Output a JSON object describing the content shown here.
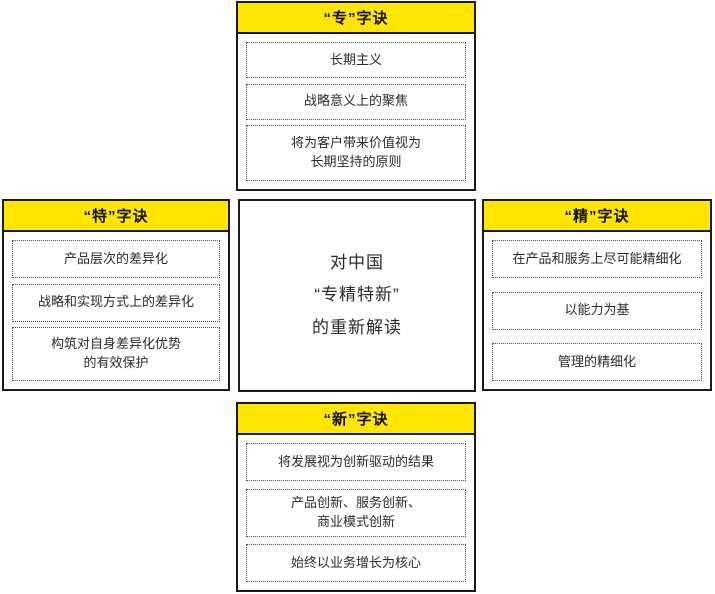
{
  "theme": {
    "header_bg": "#FFE500",
    "border": "#1a1a1a",
    "item_border": "#4d4d4d",
    "text": "#2b2b2b",
    "page_bg": "#ffffff"
  },
  "center": {
    "lines": [
      "对中国",
      "“专精特新”",
      "的重新解读"
    ]
  },
  "panels": {
    "top": {
      "title": "“专”字诀",
      "items": [
        "长期主义",
        "战略意义上的聚焦",
        "将为客户带来价值视为\n长期坚持的原则"
      ]
    },
    "left": {
      "title": "“特”字诀",
      "items": [
        "产品层次的差异化",
        "战略和实现方式上的差异化",
        "构筑对自身差异化优势\n的有效保护"
      ]
    },
    "right": {
      "title": "“精”字诀",
      "items": [
        "在产品和服务上尽可能精细化",
        "以能力为基",
        "管理的精细化"
      ]
    },
    "bottom": {
      "title": "“新”字诀",
      "items": [
        "将发展视为创新驱动的结果",
        "产品创新、服务创新、\n商业模式创新",
        "始终以业务增长为核心"
      ]
    }
  }
}
